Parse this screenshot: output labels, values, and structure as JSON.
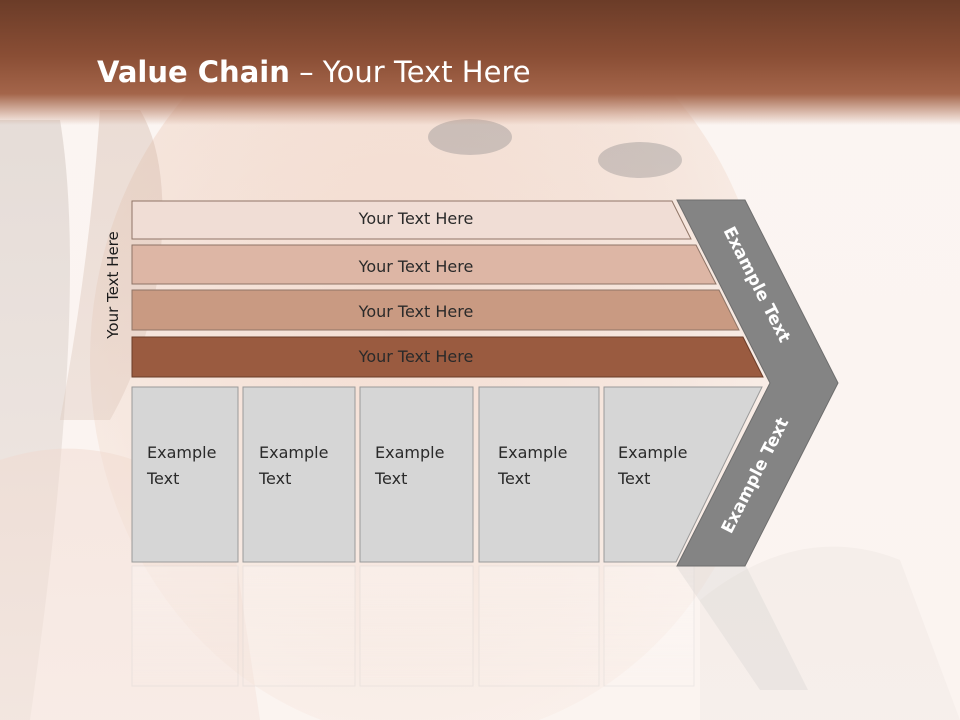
{
  "slide": {
    "title_bold": "Value Chain",
    "title_rest": " – Your Text Here",
    "vertical_label": "Your Text Here"
  },
  "bars": [
    {
      "label": "Your Text Here",
      "color": "#f0ddd5"
    },
    {
      "label": "Your Text Here",
      "color": "#ddb6a5"
    },
    {
      "label": "Your Text Here",
      "color": "#c99a82"
    },
    {
      "label": "Your Text Here",
      "color": "#9a5b40"
    }
  ],
  "boxes": [
    {
      "line1": "Example",
      "line2": "Text"
    },
    {
      "line1": "Example",
      "line2": "Text"
    },
    {
      "line1": "Example",
      "line2": "Text"
    },
    {
      "line1": "Example",
      "line2": "Text"
    },
    {
      "line1": "Example",
      "line2": "Text"
    }
  ],
  "arrow": {
    "upper_label": "Example Text",
    "lower_label": "Example Text",
    "color": "#848484"
  },
  "colors": {
    "header": "#7a4530",
    "box_fill": "#d6d6d6",
    "box_border": "#9a9a9a"
  }
}
